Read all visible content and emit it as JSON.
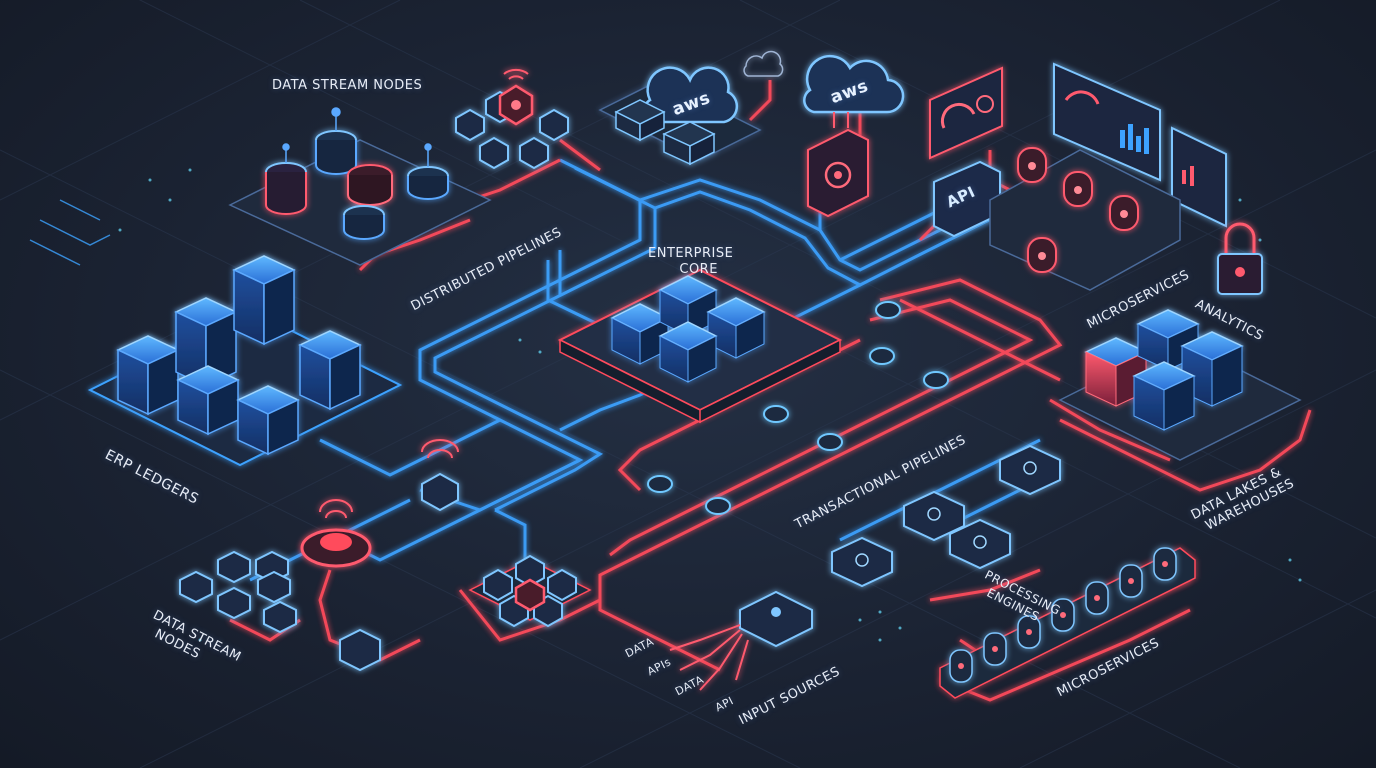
{
  "colors": {
    "background": "#1b2333",
    "blue_glow": "#3da2ff",
    "red_glow": "#ff4b5c",
    "cyan": "#66e0ff"
  },
  "labels": {
    "data_stream_nodes_top": "DATA STREAM NODES",
    "distributed_pipelines": "DISTRIBUTED PIPELINES",
    "enterprise_core_line1": "ENTERPRISE",
    "enterprise_core_line2": "CORE",
    "erp_ledgers": "ERP LEDGERS",
    "data_stream_nodes_bottom_line1": "DATA STREAM",
    "data_stream_nodes_bottom_line2": "NODES",
    "transactional_pipelines": "TRANSACTIONAL PIPELINES",
    "microservices_top": "MICROSERVICES",
    "analytics": "ANALYTICS",
    "data_lakes_line1": "DATA LAKES &",
    "data_lakes_line2": "WAREHOUSES",
    "processing_engines_line1": "PROCESSING",
    "processing_engines_line2": "ENGINES",
    "microservices_bottom": "MICROSERVICES",
    "input_sources": "INPUT SOURCES",
    "input_data_1": "DATA",
    "input_apis": "APIs",
    "input_data_2": "DATA",
    "input_api": "API",
    "api_badge": "API",
    "aws_1": "aws",
    "aws_2": "aws"
  },
  "icons": [
    "cloud-icon",
    "lock-icon",
    "gauge-icon",
    "gear-icon",
    "server-stack-icon",
    "database-icon",
    "hexagon-node-icon",
    "wifi-icon",
    "dashboard-icon"
  ]
}
